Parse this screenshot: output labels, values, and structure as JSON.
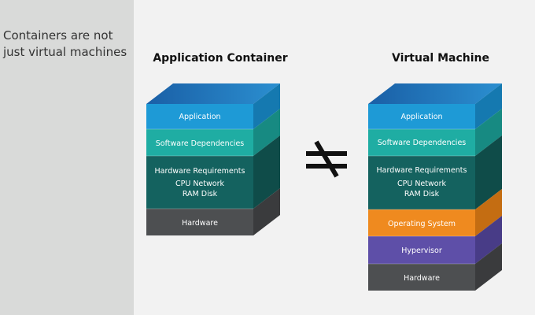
{
  "sidebar": {
    "text": "Containers are not just virtual machines"
  },
  "left_stack": {
    "title": "Application Container",
    "layers": [
      {
        "label": "Application",
        "color": "#1e9ad6",
        "side": "#1579b0"
      },
      {
        "label": "Software Dependencies",
        "color": "#1fada3",
        "side": "#178a82"
      },
      {
        "label": "Hardware Requirements",
        "sub1": "CPU    Network",
        "sub2": "RAM   Disk",
        "color": "#14625f",
        "side": "#0f4c49"
      },
      {
        "label": "Hardware",
        "color": "#4d4f51",
        "side": "#3a3b3d"
      }
    ]
  },
  "right_stack": {
    "title": "Virtual Machine",
    "layers": [
      {
        "label": "Application",
        "color": "#1e9ad6",
        "side": "#1579b0"
      },
      {
        "label": "Software Dependencies",
        "color": "#1fada3",
        "side": "#178a82"
      },
      {
        "label": "Hardware Requirements",
        "sub1": "CPU    Network",
        "sub2": "RAM   Disk",
        "color": "#14625f",
        "side": "#0f4c49"
      },
      {
        "label": "Operating System",
        "color": "#ef8a1f",
        "side": "#c46d12"
      },
      {
        "label": "Hypervisor",
        "color": "#5e4fa8",
        "side": "#483c87"
      },
      {
        "label": "Hardware",
        "color": "#4d4f51",
        "side": "#3a3b3d"
      }
    ]
  },
  "not_equal_symbol": "≠",
  "top_face_color": "#1f6fb5"
}
